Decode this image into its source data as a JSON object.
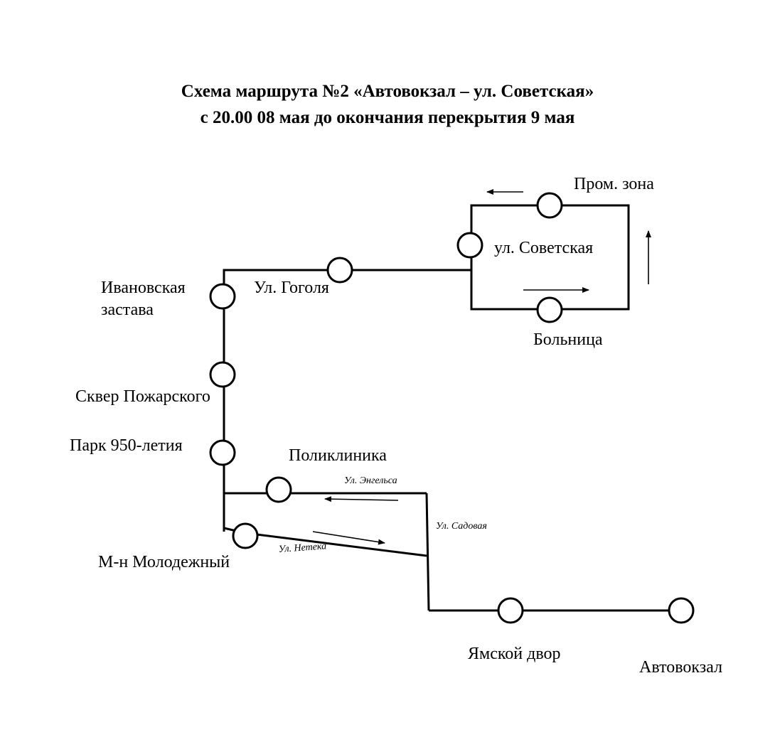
{
  "title": {
    "line1": "Схема маршрута №2 «Автовокзал – ул. Советская»",
    "line2": "с 20.00 08 мая до окончания перекрытия 9 мая"
  },
  "stops": {
    "prom_zona": "Пром. зона",
    "sovetskaya": "ул. Советская",
    "bolnitsa": "Больница",
    "gogolya": "Ул. Гоголя",
    "ivanovskaya_1": "Ивановская",
    "ivanovskaya_2": "застава",
    "skver": "Сквер Пожарского",
    "park": "Парк 950-летия",
    "poliklinika": "Поликлиника",
    "molodezhny": "М-н Молодежный",
    "yamskoy": "Ямской двор",
    "avtovokzal": "Автовокзал"
  },
  "streets": {
    "engelsa": "Ул. Энгельса",
    "sadovaya": "Ул. Садовая",
    "neteka": "Ул. Нетека"
  },
  "colors": {
    "line": "#000000",
    "background": "#ffffff"
  }
}
